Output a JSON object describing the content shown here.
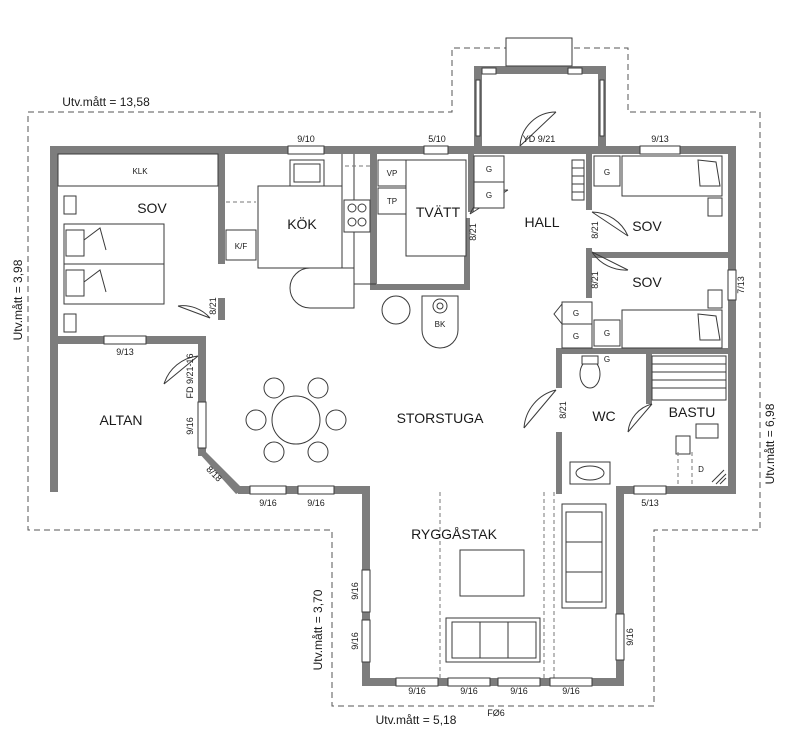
{
  "rooms": {
    "sov1": "SOV",
    "klk": "KLK",
    "kok": "KÖK",
    "kf": "K/F",
    "vp": "VP",
    "tp": "TP",
    "tvatt": "TVÄTT",
    "hall": "HALL",
    "sov2": "SOV",
    "sov3": "SOV",
    "altan": "ALTAN",
    "storstuga": "STORSTUGA",
    "wc": "WC",
    "bastu": "BASTU",
    "ryggastak": "RYGGÅSTAK",
    "bk": "BK",
    "d": "D"
  },
  "wardrobes": [
    "G",
    "G",
    "G",
    "G",
    "G",
    "G",
    "G"
  ],
  "windows": {
    "kok_top": "9/10",
    "tvatt_top": "5/10",
    "sov2_top": "9/13",
    "sov1_bottom": "9/13",
    "sov3_right": "7/13",
    "wc_bottom": "5/13",
    "altan_left": "9/16",
    "diag": "8/18",
    "bottom_a": "9/16",
    "bottom_b": "9/16",
    "ryg_left_top": "9/16",
    "ryg_left_bottom": "9/16",
    "ryg_right": "9/16",
    "ryg_bottom_1": "9/16",
    "ryg_bottom_2": "9/16",
    "ryg_bottom_3": "9/16",
    "ryg_bottom_4": "9/16"
  },
  "doors": {
    "entrance": "YD 9/21",
    "sov1": "8/21",
    "tvatt": "8/21",
    "sov2": "8/21",
    "sov3": "8/21",
    "wc": "8/21",
    "altan": "FD 9/21-16"
  },
  "dimensions": {
    "total_width": "Utv.mått = 13,58",
    "left_depth": "Utv.mått = 3,98",
    "right_depth": "Utv.mått = 6,98",
    "wing_depth": "Utv.mått = 3,70",
    "wing_width": "Utv.mått = 5,18"
  },
  "foundation": "FØ6"
}
